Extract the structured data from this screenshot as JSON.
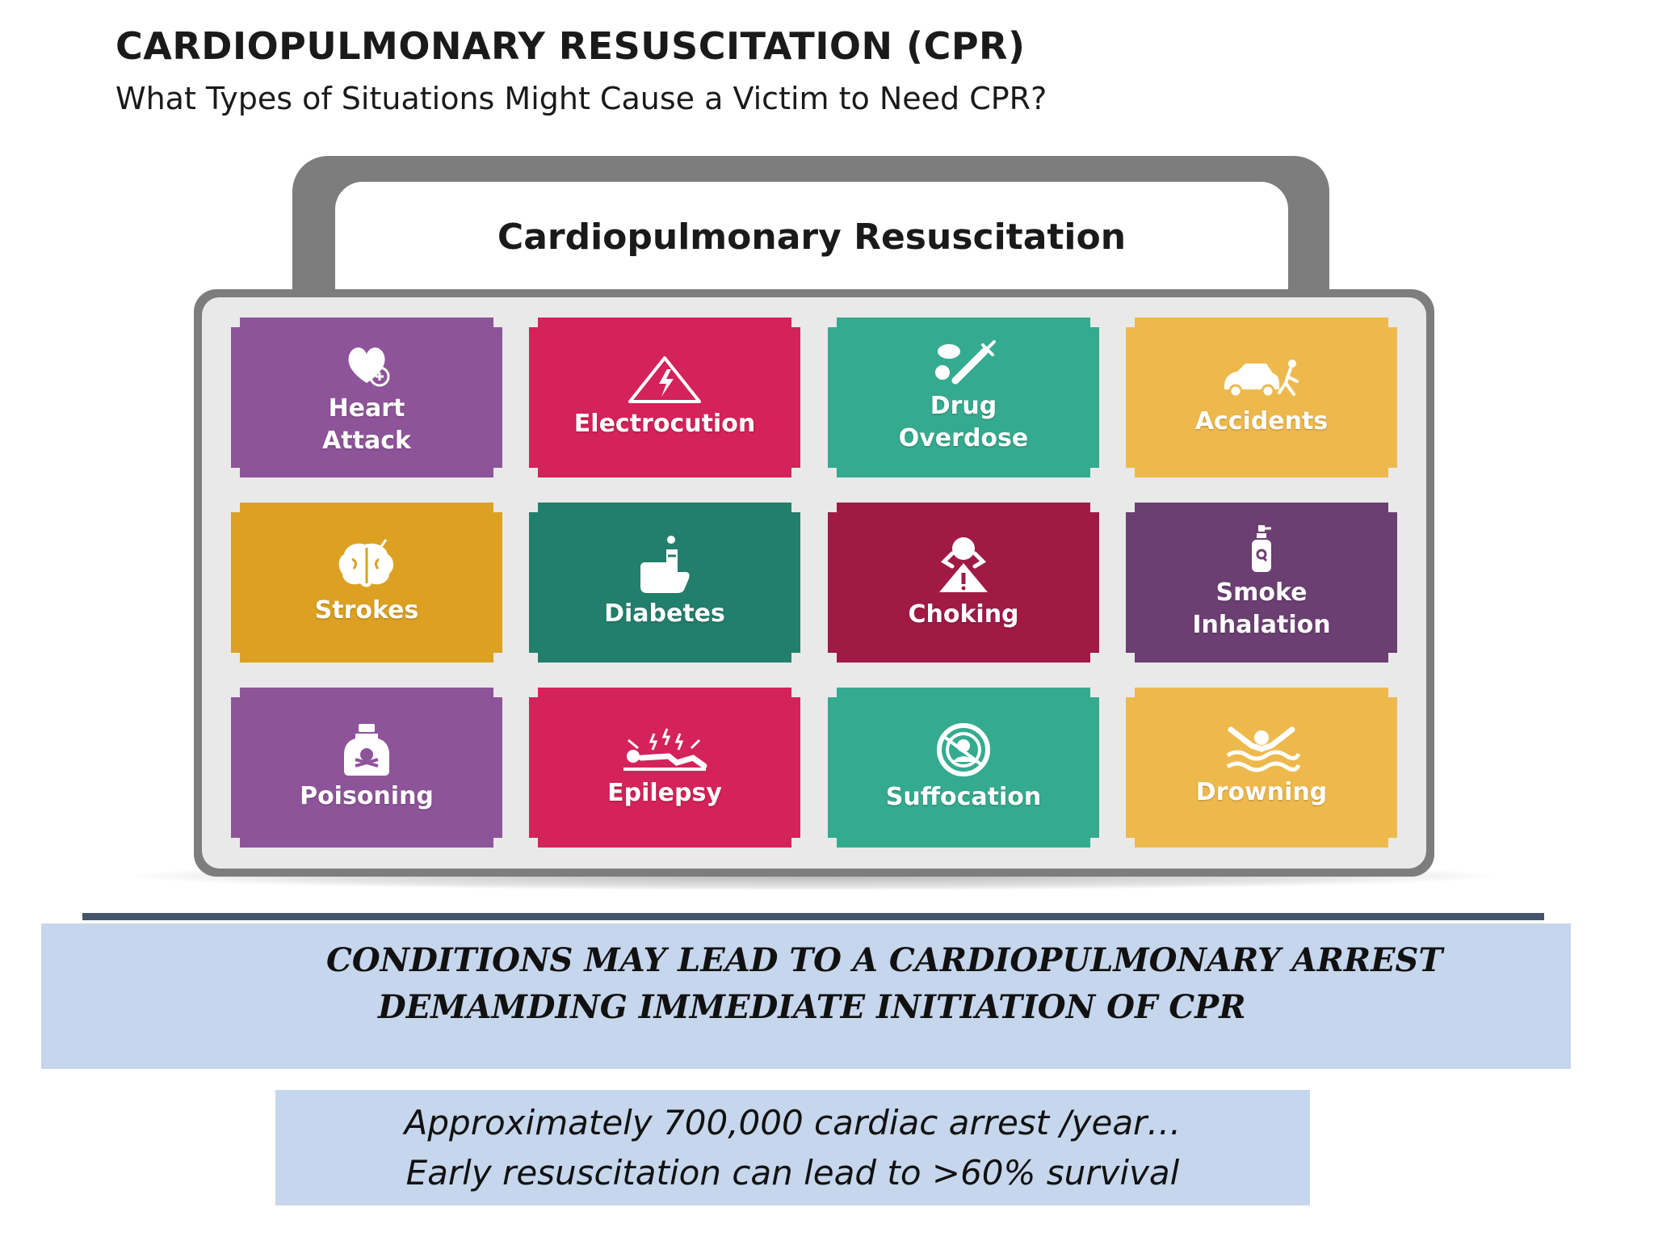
{
  "header": {
    "title": "CARDIOPULMONARY RESUSCITATION (CPR)",
    "subtitle": "What Types of Situations Might Cause a Victim to Need CPR?"
  },
  "diagram": {
    "roof_label": "Cardiopulmonary Resuscitation",
    "frame_color": "#7d7d7d",
    "tiles": [
      {
        "label": "Heart\nAttack",
        "color": "#8e5499",
        "icon": "heart-icon"
      },
      {
        "label": "Electrocution",
        "color": "#d4225a",
        "icon": "electric-hazard-icon"
      },
      {
        "label": "Drug\nOverdose",
        "color": "#34ab8f",
        "icon": "pill-syringe-icon"
      },
      {
        "label": "Accidents",
        "color": "#eeb94c",
        "icon": "car-accident-icon"
      },
      {
        "label": "Strokes",
        "color": "#dca122",
        "icon": "brain-icon"
      },
      {
        "label": "Diabetes",
        "color": "#227f6b",
        "icon": "finger-prick-icon"
      },
      {
        "label": "Choking",
        "color": "#a01a45",
        "icon": "choking-person-icon"
      },
      {
        "label": "Smoke\nInhalation",
        "color": "#6b3f72",
        "icon": "inhaler-icon"
      },
      {
        "label": "Poisoning",
        "color": "#8e5499",
        "icon": "poison-bottle-icon"
      },
      {
        "label": "Epilepsy",
        "color": "#d4225a",
        "icon": "seizure-icon"
      },
      {
        "label": "Suffocation",
        "color": "#34ab8f",
        "icon": "suffocation-icon"
      },
      {
        "label": "Drowning",
        "color": "#eeb94c",
        "icon": "drowning-icon"
      }
    ]
  },
  "banner": {
    "line1": "CONDITIONS MAY LEAD TO A CARDIOPULMONARY ARREST",
    "line2": "DEMAMDING IMMEDIATE INITIATION OF CPR",
    "color": "#c6d6ec"
  },
  "stats": {
    "line1": "Approximately 700,000 cardiac arrest /year…",
    "line2": "Early resuscitation can lead to >60% survival"
  }
}
